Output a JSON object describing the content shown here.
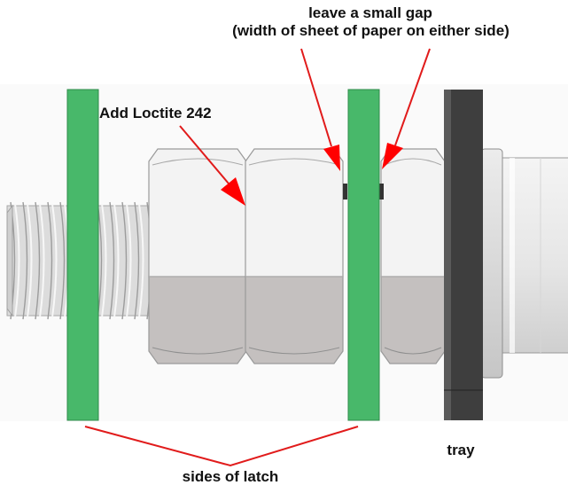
{
  "annotations": {
    "gap_title": "leave a small gap",
    "gap_subtitle": "(width of sheet of paper on either side)",
    "loctite": "Add Loctite 242",
    "latch_sides": "sides of latch",
    "tray": "tray"
  },
  "colors": {
    "latch_plate": "#48b86a",
    "tray": "#3e3e3e",
    "arrow": "#ff0000",
    "callout_line": "#e11b1b",
    "nut_light": "#f2f2f2",
    "nut_shadow": "#c4c0bf",
    "thread": "#c9c9c9"
  }
}
